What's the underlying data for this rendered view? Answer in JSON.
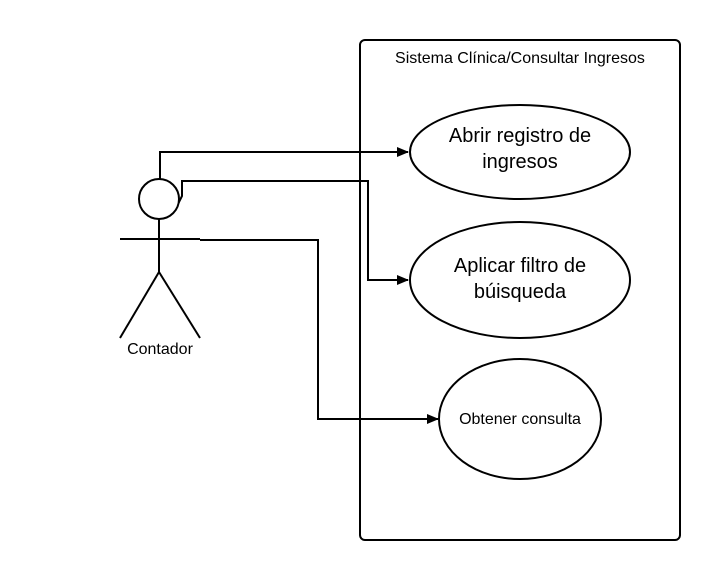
{
  "system": {
    "title": "Sistema Clínica/Consultar Ingresos"
  },
  "actor": {
    "name": "Contador"
  },
  "use_cases": [
    {
      "line1": "Abrir registro de",
      "line2": "ingresos"
    },
    {
      "line1": "Aplicar filtro de",
      "line2": "búisqueda"
    },
    {
      "line1": "Obtener consulta"
    }
  ],
  "colors": {
    "stroke": "#000000",
    "fill": "#ffffff"
  }
}
